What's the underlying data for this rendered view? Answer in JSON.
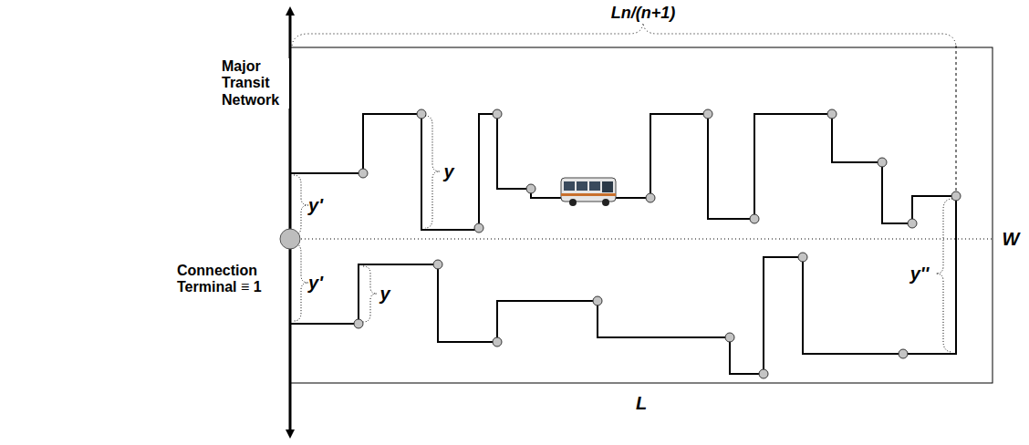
{
  "diagram": {
    "labels": [
      "Ln/(n+1)",
      "Major Transit Network",
      "y'",
      "y",
      "Connection Terminal ≡ 1",
      "y'",
      "y",
      "y''",
      "W",
      "L"
    ]
  }
}
